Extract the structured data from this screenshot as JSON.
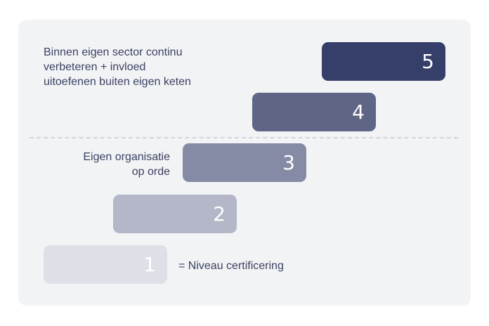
{
  "levels": [
    {
      "number": "5",
      "color": "#363f6a"
    },
    {
      "number": "4",
      "color": "#5e6585"
    },
    {
      "number": "3",
      "color": "#868ba5"
    },
    {
      "number": "2",
      "color": "#b4b7c8"
    },
    {
      "number": "1",
      "color": "#dde0e7"
    }
  ],
  "labels": {
    "top": "Binnen eigen sector continu\nverbeteren + invloed\nuitoefenen buiten eigen keten",
    "middle": "Eigen organisatie\nop orde",
    "certification": "= Niveau certificering"
  }
}
